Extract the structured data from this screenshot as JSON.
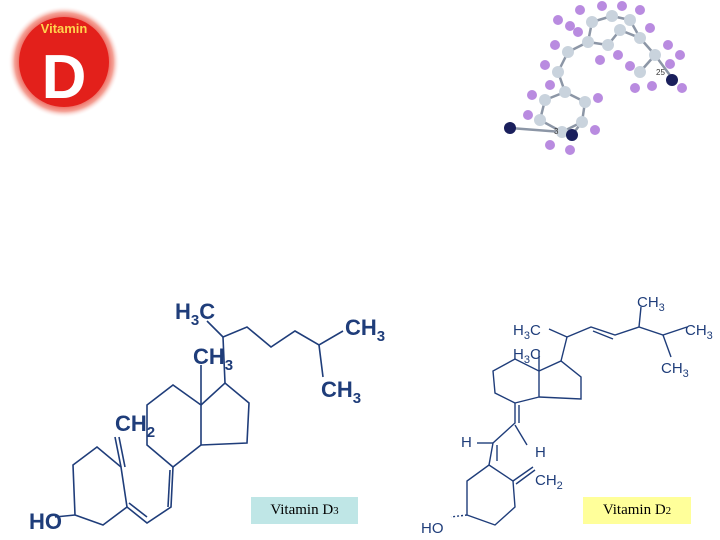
{
  "logo": {
    "top_text": "Vitamin",
    "letter": "D"
  },
  "model": {
    "atom_label_1": "25",
    "atom_label_2": "3"
  },
  "d3": {
    "labels": {
      "h3c": "H",
      "h3c_3": "3",
      "h3c_c": "C",
      "ch3_right": "CH",
      "ch3_right_3": "3",
      "ch3_mid": "CH",
      "ch3_mid_3": "3",
      "ch3_low": "CH",
      "ch3_low_3": "3",
      "ch2": "CH",
      "ch2_2": "2",
      "ho": "HO"
    },
    "caption": {
      "main": "Vitamin D",
      "sub": "3"
    }
  },
  "d2": {
    "labels": {
      "ch3_top": "CH",
      "ch3_top_3": "3",
      "h3c_a": "H",
      "h3c_a_3": "3",
      "h3c_a_c": "C",
      "ch3_right": "CH",
      "ch3_right_3": "3",
      "h3c_b": "H",
      "h3c_b_3": "3",
      "h3c_b_c": "C",
      "ch3_low": "CH",
      "ch3_low_3": "3",
      "h_left": "H",
      "h_right": "H",
      "ch2": "CH",
      "ch2_2": "2",
      "ho": "HO"
    },
    "caption": {
      "main": "Vitamin D",
      "sub": "2"
    }
  },
  "colors": {
    "bond": "#1f3d7a",
    "logo_red": "#e3201b",
    "atom_purple": "#b98be0",
    "atom_grey": "#c9d3dd",
    "atom_dark": "#1a1f5c"
  }
}
